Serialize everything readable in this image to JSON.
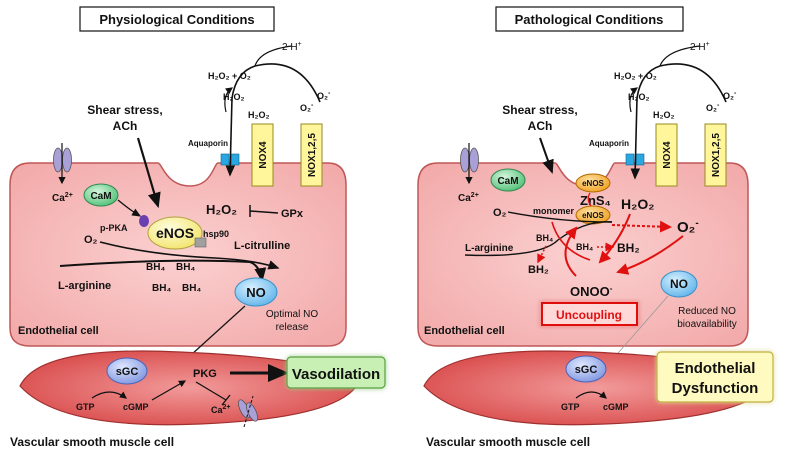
{
  "left": {
    "title": "Physiological Conditions",
    "shear_line1": "Shear stress,",
    "shear_line2": "ACh",
    "aquaporin": "Aquaporin",
    "nox4": "NOX4",
    "nox125": "NOX1,2,5",
    "two_h": "2 H",
    "two_h_sup": "+",
    "h2o2_o2": "H₂O₂ + O₂",
    "h2o2_a": "H₂O₂",
    "h2o2_b": "H₂O₂",
    "o2_minus_a": "O₂",
    "o2_minus_b": "O₂",
    "minus": "-",
    "ca": "Ca",
    "ca_sup": "2+",
    "cam": "CaM",
    "ppka": "p-PKA",
    "enos": "eNOS",
    "hsp90": "hsp90",
    "h2o2_inside": "H₂O₂",
    "gpx": "GPx",
    "o2": "O₂",
    "lcitrulline": "L-citrulline",
    "larginine": "L-arginine",
    "bh4": "BH₄",
    "no": "NO",
    "optimal_line1": "Optimal NO",
    "optimal_line2": "release",
    "endothelial": "Endothelial cell",
    "sgc": "sGC",
    "pkg": "PKG",
    "gtp": "GTP",
    "cgmp": "cGMP",
    "vasodilation": "Vasodilation",
    "vsmc": "Vascular smooth muscle cell"
  },
  "right": {
    "title": "Pathological Conditions",
    "shear_line1": "Shear stress,",
    "shear_line2": "ACh",
    "aquaporin": "Aquaporin",
    "nox4": "NOX4",
    "nox125": "NOX1,2,5",
    "two_h": "2 H",
    "two_h_sup": "+",
    "h2o2_o2": "H₂O₂ + O₂",
    "h2o2_a": "H₂O₂",
    "h2o2_b": "H₂O₂",
    "o2_minus_a": "O₂",
    "o2_minus_b": "O₂",
    "minus": "-",
    "ca": "Ca",
    "ca_sup": "2+",
    "cam": "CaM",
    "enos": "eNOS",
    "zns4": "ZnS₄",
    "monomer": "monomer",
    "h2o2_inside": "H₂O₂",
    "o2": "O₂",
    "o2_super": "O₂",
    "larginine": "L-arginine",
    "bh4": "BH₄",
    "bh2": "BH₂",
    "onoo": "ONOO",
    "no": "NO",
    "reduced_line1": "Reduced NO",
    "reduced_line2": "bioavailability",
    "endothelial": "Endothelial cell",
    "uncoupling": "Uncoupling",
    "sgc": "sGC",
    "gtp": "GTP",
    "cgmp": "cGMP",
    "dysfunction_line1": "Endothelial",
    "dysfunction_line2": "Dysfunction",
    "vsmc": "Vascular smooth muscle cell"
  },
  "colors": {
    "cell_fill": "#f6b8b8",
    "cell_stroke": "#c05858",
    "smc_fill": "#e06060",
    "nox_fill": "#fff59a",
    "enos_fill": "#fff799",
    "cam_fill": "#6fd08c",
    "no_fill": "#7cc8f2",
    "sgc_fill": "#9aaee8",
    "aquaporin": "#2aa6e0",
    "vaso_fill": "#c8f0b4",
    "dys_fill": "#fffbc0",
    "uncoupling_fill": "#ffd8d8",
    "uncoupling_stroke": "#e01010",
    "red": "#e01010",
    "ppka": "#6a3fb0",
    "hsp": "#a0a0a0",
    "enos_orange": "#f5a623"
  }
}
